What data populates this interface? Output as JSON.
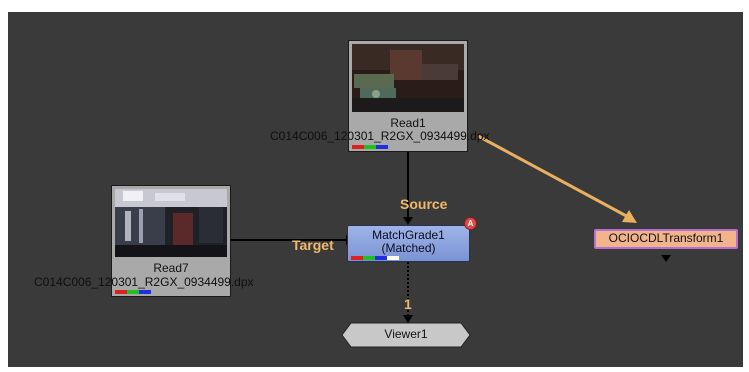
{
  "nodes": {
    "read1": {
      "label": "Read1",
      "filename": "C014C006_120301_R2GX_0934499.dpx",
      "channel_chips": [
        "#e02020",
        "#20c020",
        "#2030e0"
      ]
    },
    "read7": {
      "label": "Read7",
      "filename": "C014C006_120301_R2GX_0934499.dpx",
      "channel_chips": [
        "#e02020",
        "#20c020",
        "#2030e0"
      ]
    },
    "matchgrade": {
      "label": "MatchGrade1",
      "sublabel": "(Matched)",
      "badge": "A",
      "channel_chips": [
        "#e02020",
        "#20c020",
        "#2030e0",
        "#ffffff"
      ]
    },
    "ocio": {
      "label": "OCIOCDLTransform1"
    },
    "viewer": {
      "label": "Viewer1"
    }
  },
  "edge_labels": {
    "source": "Source",
    "target": "Target",
    "viewer_input": "1"
  },
  "colors": {
    "background": "#3a3a3a",
    "edge_highlight": "#e8b060",
    "edge_normal": "#000000",
    "label_orange": "#f0b86a"
  }
}
